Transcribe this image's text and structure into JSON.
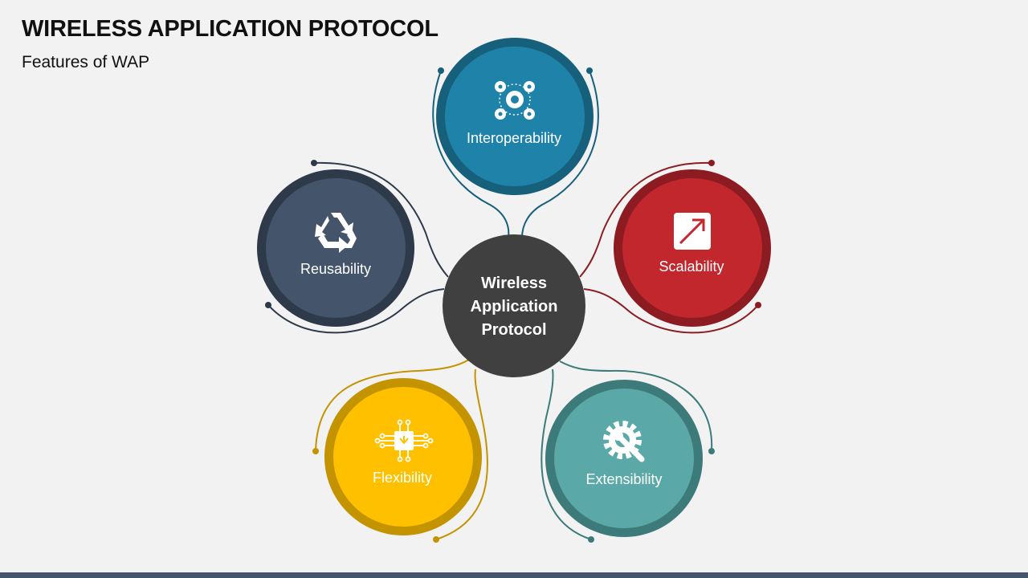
{
  "header": {
    "title": "WIRELESS APPLICATION PROTOCOL",
    "subtitle": "Features of WAP"
  },
  "center": {
    "lines": [
      "Wireless",
      "Application",
      "Protocol"
    ],
    "color": "#404040"
  },
  "features": [
    {
      "label": "Interoperability",
      "icon": "gears-network-icon",
      "fill": "#1f83a9",
      "ring": "#17607c"
    },
    {
      "label": "Scalability",
      "icon": "resize-arrow-icon",
      "fill": "#c1272d",
      "ring": "#8c1c21"
    },
    {
      "label": "Extensibility",
      "icon": "gear-wrench-icon",
      "fill": "#5aa9a8",
      "ring": "#3d7b7a"
    },
    {
      "label": "Flexibility",
      "icon": "chip-circuit-icon",
      "fill": "#ffc000",
      "ring": "#c49300"
    },
    {
      "label": "Reusability",
      "icon": "recycle-icon",
      "fill": "#44546a",
      "ring": "#2e3a4a"
    }
  ]
}
